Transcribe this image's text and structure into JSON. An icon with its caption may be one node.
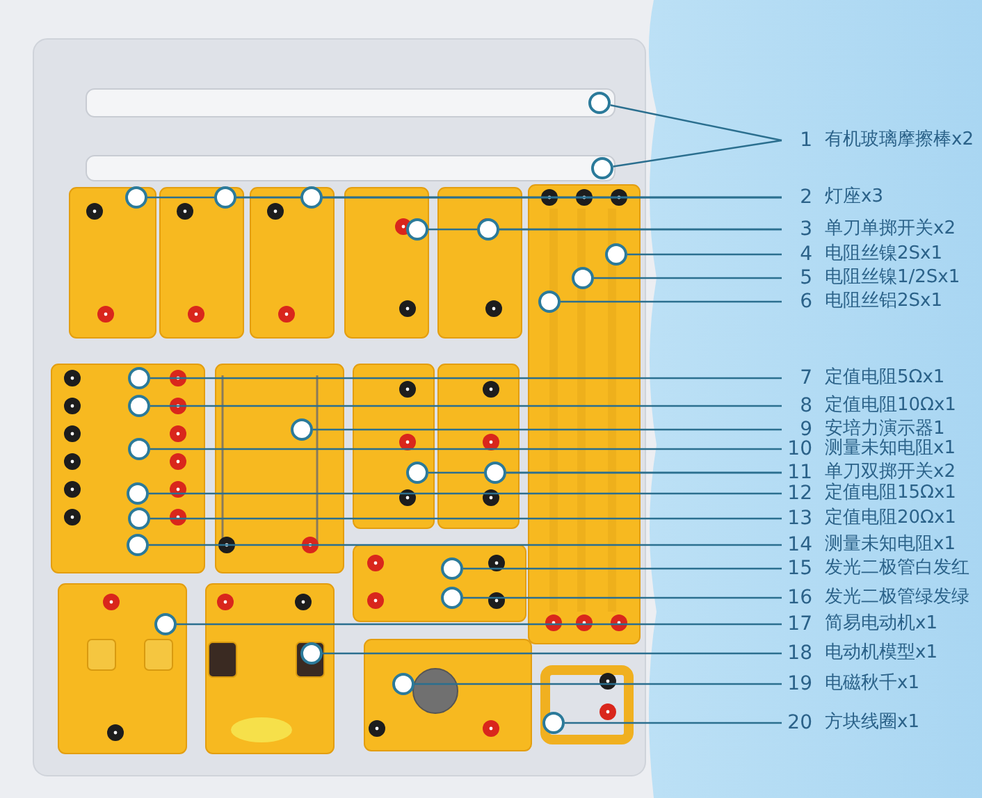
{
  "diagram": {
    "nodes": [
      {
        "text": [
          "1",
          "有机玻璃摩擦棒x2"
        ]
      },
      {
        "text": [
          "2",
          "灯座x3"
        ]
      },
      {
        "text": [
          "3",
          "单刀单掷开关x2"
        ]
      },
      {
        "text": [
          "4",
          "电阻丝镍2Sx1"
        ]
      },
      {
        "text": [
          "5",
          "电阻丝镍1/2Sx1"
        ]
      },
      {
        "text": [
          "6",
          "电阻丝铝2Sx1"
        ]
      },
      {
        "text": [
          "7",
          "定值电阻5Ωx1"
        ]
      },
      {
        "text": [
          "8",
          "定值电阻10Ωx1"
        ]
      },
      {
        "text": [
          "9",
          "安培力演示器1"
        ]
      },
      {
        "text": [
          "10",
          "测量未知电阻x1"
        ]
      },
      {
        "text": [
          "11",
          "单刀双掷开关x2"
        ]
      },
      {
        "text": [
          "12",
          "定值电阻15Ωx1"
        ]
      },
      {
        "text": [
          "13",
          "定值电阻20Ωx1"
        ]
      },
      {
        "text": [
          "14",
          "测量未知电阻x1"
        ]
      },
      {
        "text": [
          "15",
          "发光二极管白发红"
        ]
      },
      {
        "text": [
          "16",
          "发光二极管绿发绿"
        ]
      },
      {
        "text": [
          "17",
          "简易电动机x1"
        ]
      },
      {
        "text": [
          "18",
          "电动机模型x1"
        ]
      },
      {
        "text": [
          "19",
          "电磁秋千x1"
        ]
      },
      {
        "text": [
          "20",
          "方块线圈x1"
        ]
      },
      {
        "text": [],
        "shape": "circle"
      },
      {
        "text": [],
        "shape": "circle"
      },
      {
        "text": [],
        "shape": "circle"
      },
      {
        "text": [],
        "shape": "circle"
      },
      {
        "text": [],
        "shape": "circle"
      },
      {
        "text": [],
        "shape": "circle"
      },
      {
        "text": [],
        "shape": "circle"
      },
      {
        "text": [],
        "shape": "circle"
      },
      {
        "text": [],
        "shape": "circle"
      },
      {
        "text": [],
        "shape": "circle"
      },
      {
        "text": [],
        "shape": "circle"
      },
      {
        "text": [],
        "shape": "circle"
      },
      {
        "text": [],
        "shape": "circle"
      },
      {
        "text": [],
        "shape": "circle"
      },
      {
        "text": [],
        "shape": "circle"
      },
      {
        "text": [],
        "shape": "circle"
      },
      {
        "text": [],
        "shape": "circle"
      },
      {
        "text": [],
        "shape": "circle"
      },
      {
        "text": [],
        "shape": "circle"
      },
      {
        "text": [],
        "shape": "circle"
      },
      {
        "text": [],
        "shape": "circle"
      },
      {
        "text": [],
        "shape": "circle"
      },
      {
        "text": [],
        "shape": "circle"
      },
      {
        "text": [],
        "shape": "circle"
      },
      {
        "text": [],
        "shape": "circle"
      }
    ],
    "edges": [
      {
        "from": 0,
        "to": 20,
        "arrow": "none"
      },
      {
        "from": 0,
        "to": 21,
        "arrow": "none"
      },
      {
        "from": 1,
        "to": 22,
        "arrow": "none"
      },
      {
        "from": 1,
        "to": 23,
        "arrow": "none"
      },
      {
        "from": 1,
        "to": 24,
        "arrow": "none"
      },
      {
        "from": 2,
        "to": 25,
        "arrow": "none"
      },
      {
        "from": 2,
        "to": 26,
        "arrow": "none"
      },
      {
        "from": 3,
        "to": 27,
        "arrow": "none"
      },
      {
        "from": 4,
        "to": 28,
        "arrow": "none"
      },
      {
        "from": 5,
        "to": 29,
        "arrow": "none"
      },
      {
        "from": 6,
        "to": 30,
        "arrow": "none"
      },
      {
        "from": 7,
        "to": 31,
        "arrow": "none"
      },
      {
        "from": 8,
        "to": 32,
        "arrow": "none"
      },
      {
        "from": 9,
        "to": 33,
        "arrow": "none"
      },
      {
        "from": 10,
        "to": 34,
        "arrow": "none"
      },
      {
        "from": 10,
        "to": 35,
        "arrow": "none"
      },
      {
        "from": 11,
        "to": 36,
        "arrow": "none"
      },
      {
        "from": 12,
        "to": 37,
        "arrow": "none"
      },
      {
        "from": 13,
        "to": 38,
        "arrow": "none"
      },
      {
        "from": 14,
        "to": 39,
        "arrow": "none"
      },
      {
        "from": 15,
        "to": 40,
        "arrow": "none"
      },
      {
        "from": 16,
        "to": 41,
        "arrow": "none"
      },
      {
        "from": 17,
        "to": 42,
        "arrow": "none"
      },
      {
        "from": 18,
        "to": 43,
        "arrow": "none"
      },
      {
        "from": 19,
        "to": 44,
        "arrow": "none"
      }
    ]
  }
}
